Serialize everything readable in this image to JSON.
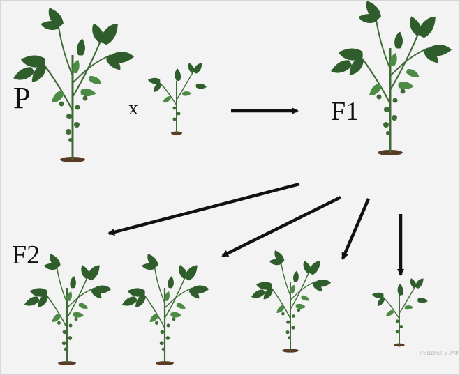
{
  "labels": {
    "parents": "P",
    "cross": "x",
    "first_generation": "F1",
    "second_generation": "F2"
  },
  "watermark": "РЕШУЕГЭ.РФ",
  "colors": {
    "background": "#f3f3f3",
    "leaf_dark": "#2f5d2c",
    "leaf_light": "#4c8a45",
    "stem": "#3e6b35",
    "soil": "#5a3a22",
    "arrow": "#111111"
  },
  "plants": [
    {
      "group": "P",
      "phenotype": "tall",
      "icon": "tall-plant"
    },
    {
      "group": "P",
      "phenotype": "dwarf",
      "icon": "dwarf-plant"
    },
    {
      "group": "F1",
      "phenotype": "tall",
      "icon": "tall-plant"
    },
    {
      "group": "F2",
      "phenotype": "tall",
      "icon": "tall-plant"
    },
    {
      "group": "F2",
      "phenotype": "tall",
      "icon": "tall-plant"
    },
    {
      "group": "F2",
      "phenotype": "tall",
      "icon": "tall-plant"
    },
    {
      "group": "F2",
      "phenotype": "dwarf",
      "icon": "dwarf-plant"
    }
  ]
}
